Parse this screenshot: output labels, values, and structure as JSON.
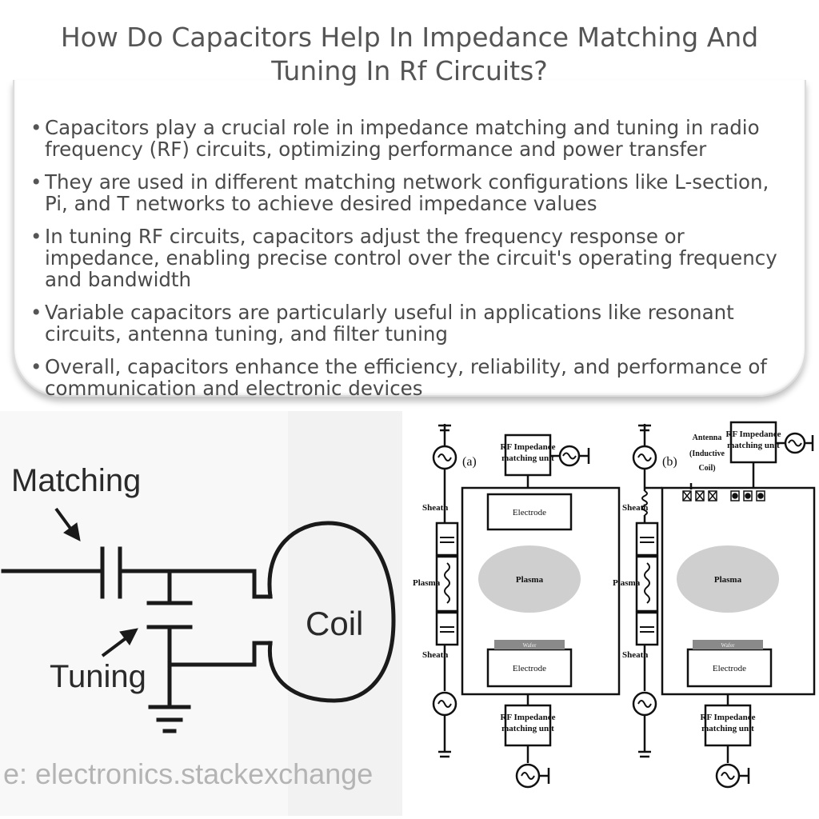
{
  "page": {
    "title": "How Do Capacitors Help In Impedance Matching And Tuning In Rf Circuits?"
  },
  "bullets": [
    "Capacitors play a crucial role in impedance matching and tuning in radio frequency (RF) circuits, optimizing performance and power transfer",
    "They are used in different matching network configurations like L-section, Pi, and T networks to achieve desired impedance values",
    "In tuning RF circuits, capacitors adjust the frequency response or impedance, enabling precise control over the circuit's operating frequency and bandwidth",
    "Variable capacitors are particularly useful in applications like resonant circuits, antenna tuning, and filter tuning",
    "Overall, capacitors enhance the efficiency, reliability, and performance of communication and electronic devices"
  ],
  "left_diagram": {
    "matching_label": "Matching",
    "tuning_label": "Tuning",
    "coil_label": "Coil",
    "source_text": "e: electronics.stackexchange"
  },
  "right_diagram": {
    "panel_a": {
      "tag": "(a)",
      "top_unit": [
        "RF Impedance",
        "matching unit"
      ],
      "bottom_unit": [
        "RF Impedance",
        "matching unit"
      ],
      "electrode_top": "Electrode",
      "electrode_bottom": "Electrode",
      "plasma": "Plasma",
      "wafer": "Wafer",
      "sheath_top": "Sheath",
      "plasma_side": "Plasma",
      "sheath_bottom": "Sheath"
    },
    "panel_b": {
      "tag": "(b)",
      "top_unit": [
        "RF Impedance",
        "matching unit"
      ],
      "bottom_unit": [
        "RF Impedance",
        "matching unit"
      ],
      "antenna": [
        "Antenna",
        "(Inductive",
        "Coil)"
      ],
      "electrode_bottom": "Electrode",
      "plasma": "Plasma",
      "wafer": "Wafer",
      "sheath_top": "Sheath",
      "plasma_side": "Plasma",
      "sheath_bottom": "Sheath"
    }
  }
}
